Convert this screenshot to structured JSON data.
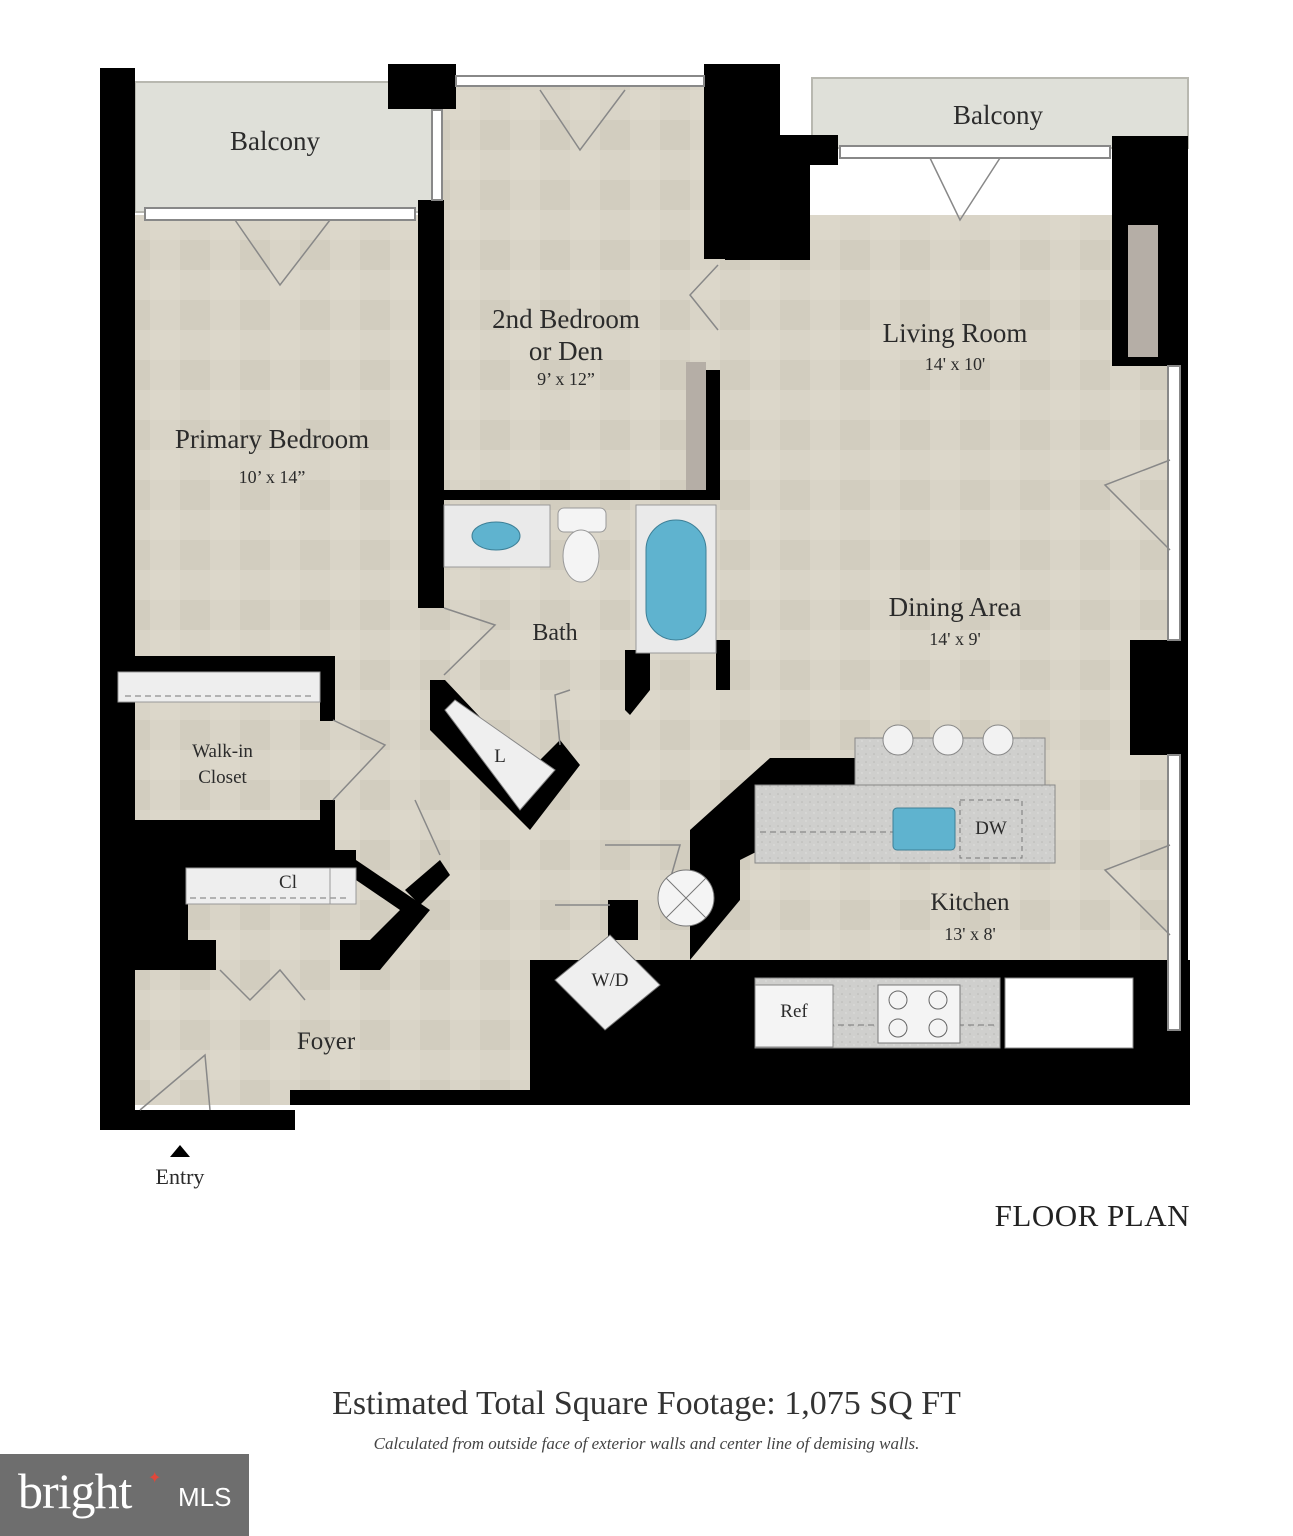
{
  "plan": {
    "title": "FLOOR PLAN",
    "rooms": {
      "balcony_left": "Balcony",
      "balcony_right": "Balcony",
      "bedroom2_line1": "2nd Bedroom",
      "bedroom2_line2": "or Den",
      "bedroom2_dim": "9’ x 12”",
      "living": "Living Room",
      "living_dim": "14' x 10'",
      "primary": "Primary Bedroom",
      "primary_dim": "10’ x 14”",
      "bath": "Bath",
      "dining": "Dining Area",
      "dining_dim": "14' x 9'",
      "closet_line1": "Walk-in",
      "closet_line2": "Closet",
      "kitchen": "Kitchen",
      "kitchen_dim": "13' x 8'",
      "foyer": "Foyer",
      "entry": "Entry"
    },
    "fixtures": {
      "linen": "L",
      "closet": "Cl",
      "washer_dryer": "W/D",
      "dishwasher": "DW",
      "refrigerator": "Ref"
    },
    "colors": {
      "wall": "#000000",
      "floor": "#d8d3c6",
      "balcony": "#dfe0d9",
      "fixture_blue": "#5fb3cf",
      "counter": "#cfcfcf"
    }
  },
  "footer": {
    "square_footage": "Estimated Total Square Footage: 1,075 SQ FT",
    "note": "Calculated from outside face of exterior walls and center line of demising walls."
  },
  "logo": {
    "word": "bright",
    "mls": "MLS"
  }
}
